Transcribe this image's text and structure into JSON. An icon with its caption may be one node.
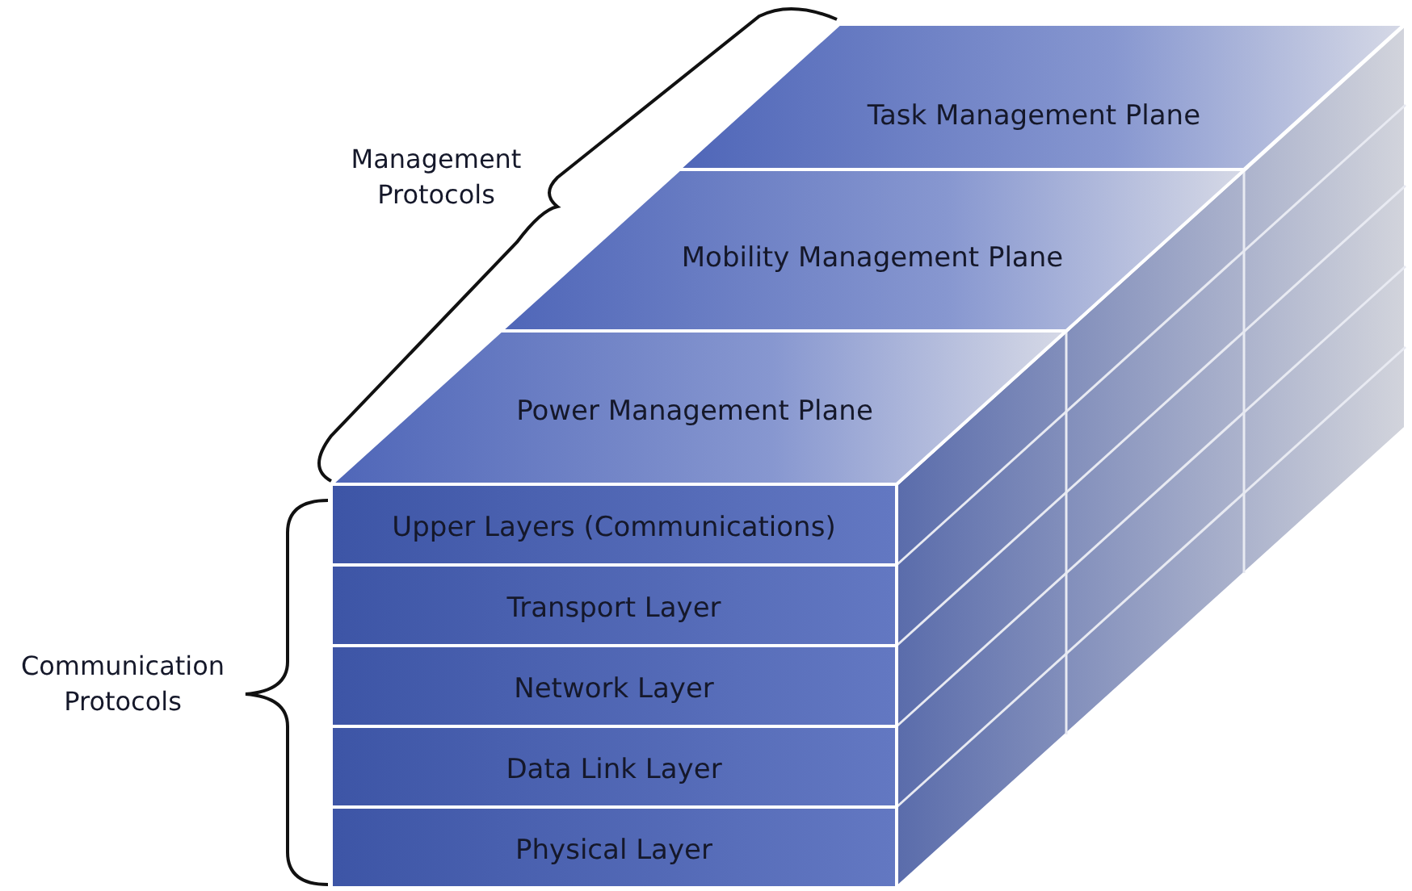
{
  "diagram": {
    "nodes": [
      {
        "text": [
          "Task Management Plane"
        ]
      },
      {
        "text": [
          "Mobility Management Plane"
        ]
      },
      {
        "text": [
          "Power Management Plane"
        ]
      },
      {
        "text": [
          "Upper Layers (Communications)"
        ]
      },
      {
        "text": [
          "Transport Layer"
        ]
      },
      {
        "text": [
          "Network Layer"
        ]
      },
      {
        "text": [
          "Data Link Layer"
        ]
      },
      {
        "text": [
          "Physical Layer"
        ]
      }
    ],
    "labels": [
      "Management Protocols",
      "Communication Protocols"
    ]
  }
}
